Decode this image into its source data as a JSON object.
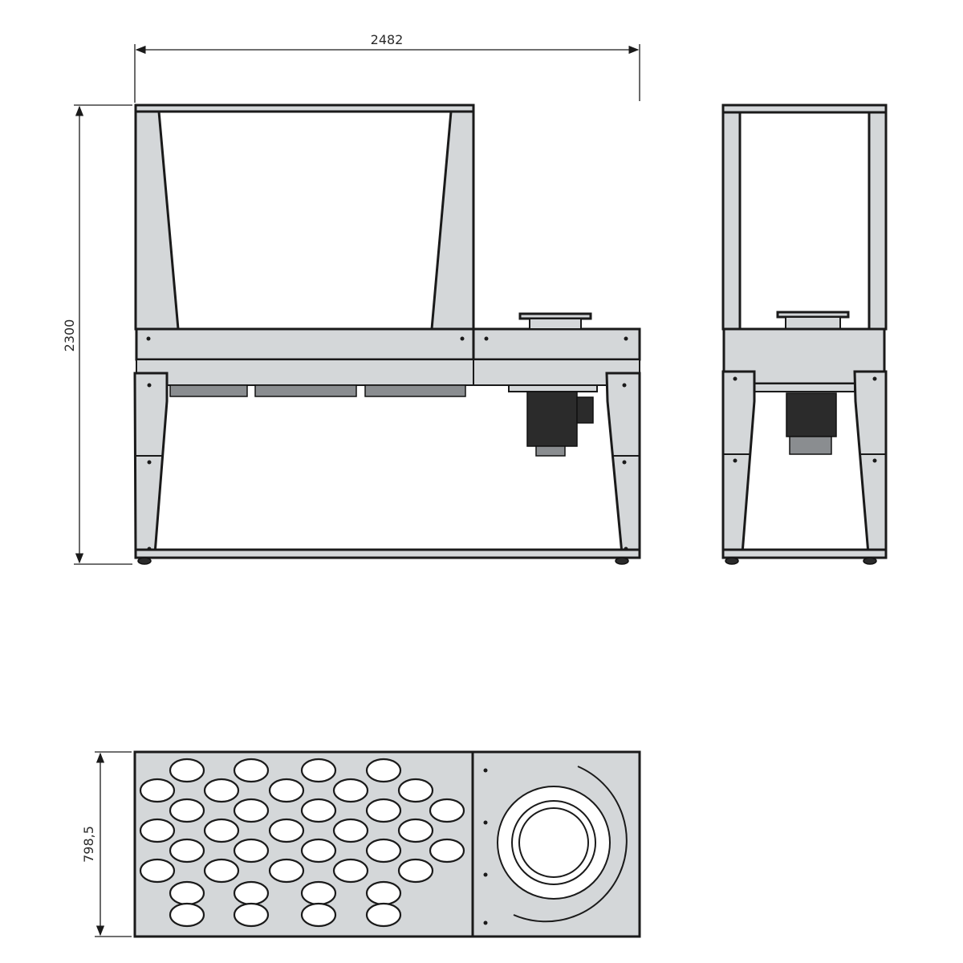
{
  "dimensions": {
    "width": "2482",
    "height": "2300",
    "depth": "798,5"
  },
  "colors": {
    "panel": "#d4d7d9",
    "outline": "#1a1a1a",
    "motor": "#2b2b2b",
    "background": "#ffffff"
  }
}
